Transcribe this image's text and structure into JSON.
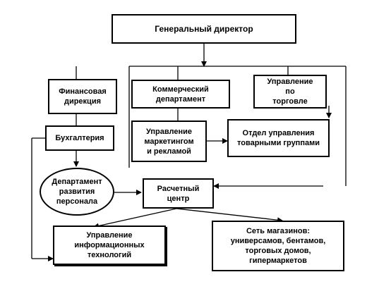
{
  "nodes": {
    "ceo": "Генеральный директор",
    "finance": "Финансовая\nдирекция",
    "commercial": "Коммерческий\nдепартамент",
    "trade": "Управление\nпо\nторговле",
    "accounting": "Бухгалтерия",
    "marketing": "Управление\nмаркетингом\nи рекламой",
    "category": "Отдел управления\nтоварными группами",
    "hr": "Департамент\nразвития\nперсонала",
    "settlement": "Расчетный\nцентр",
    "it": "Управление\nинформационных\nтехнологий",
    "stores": "Сеть магазинов:\nуниверсамов, бентамов,\nторговых домов,\nгипермаркетов"
  }
}
